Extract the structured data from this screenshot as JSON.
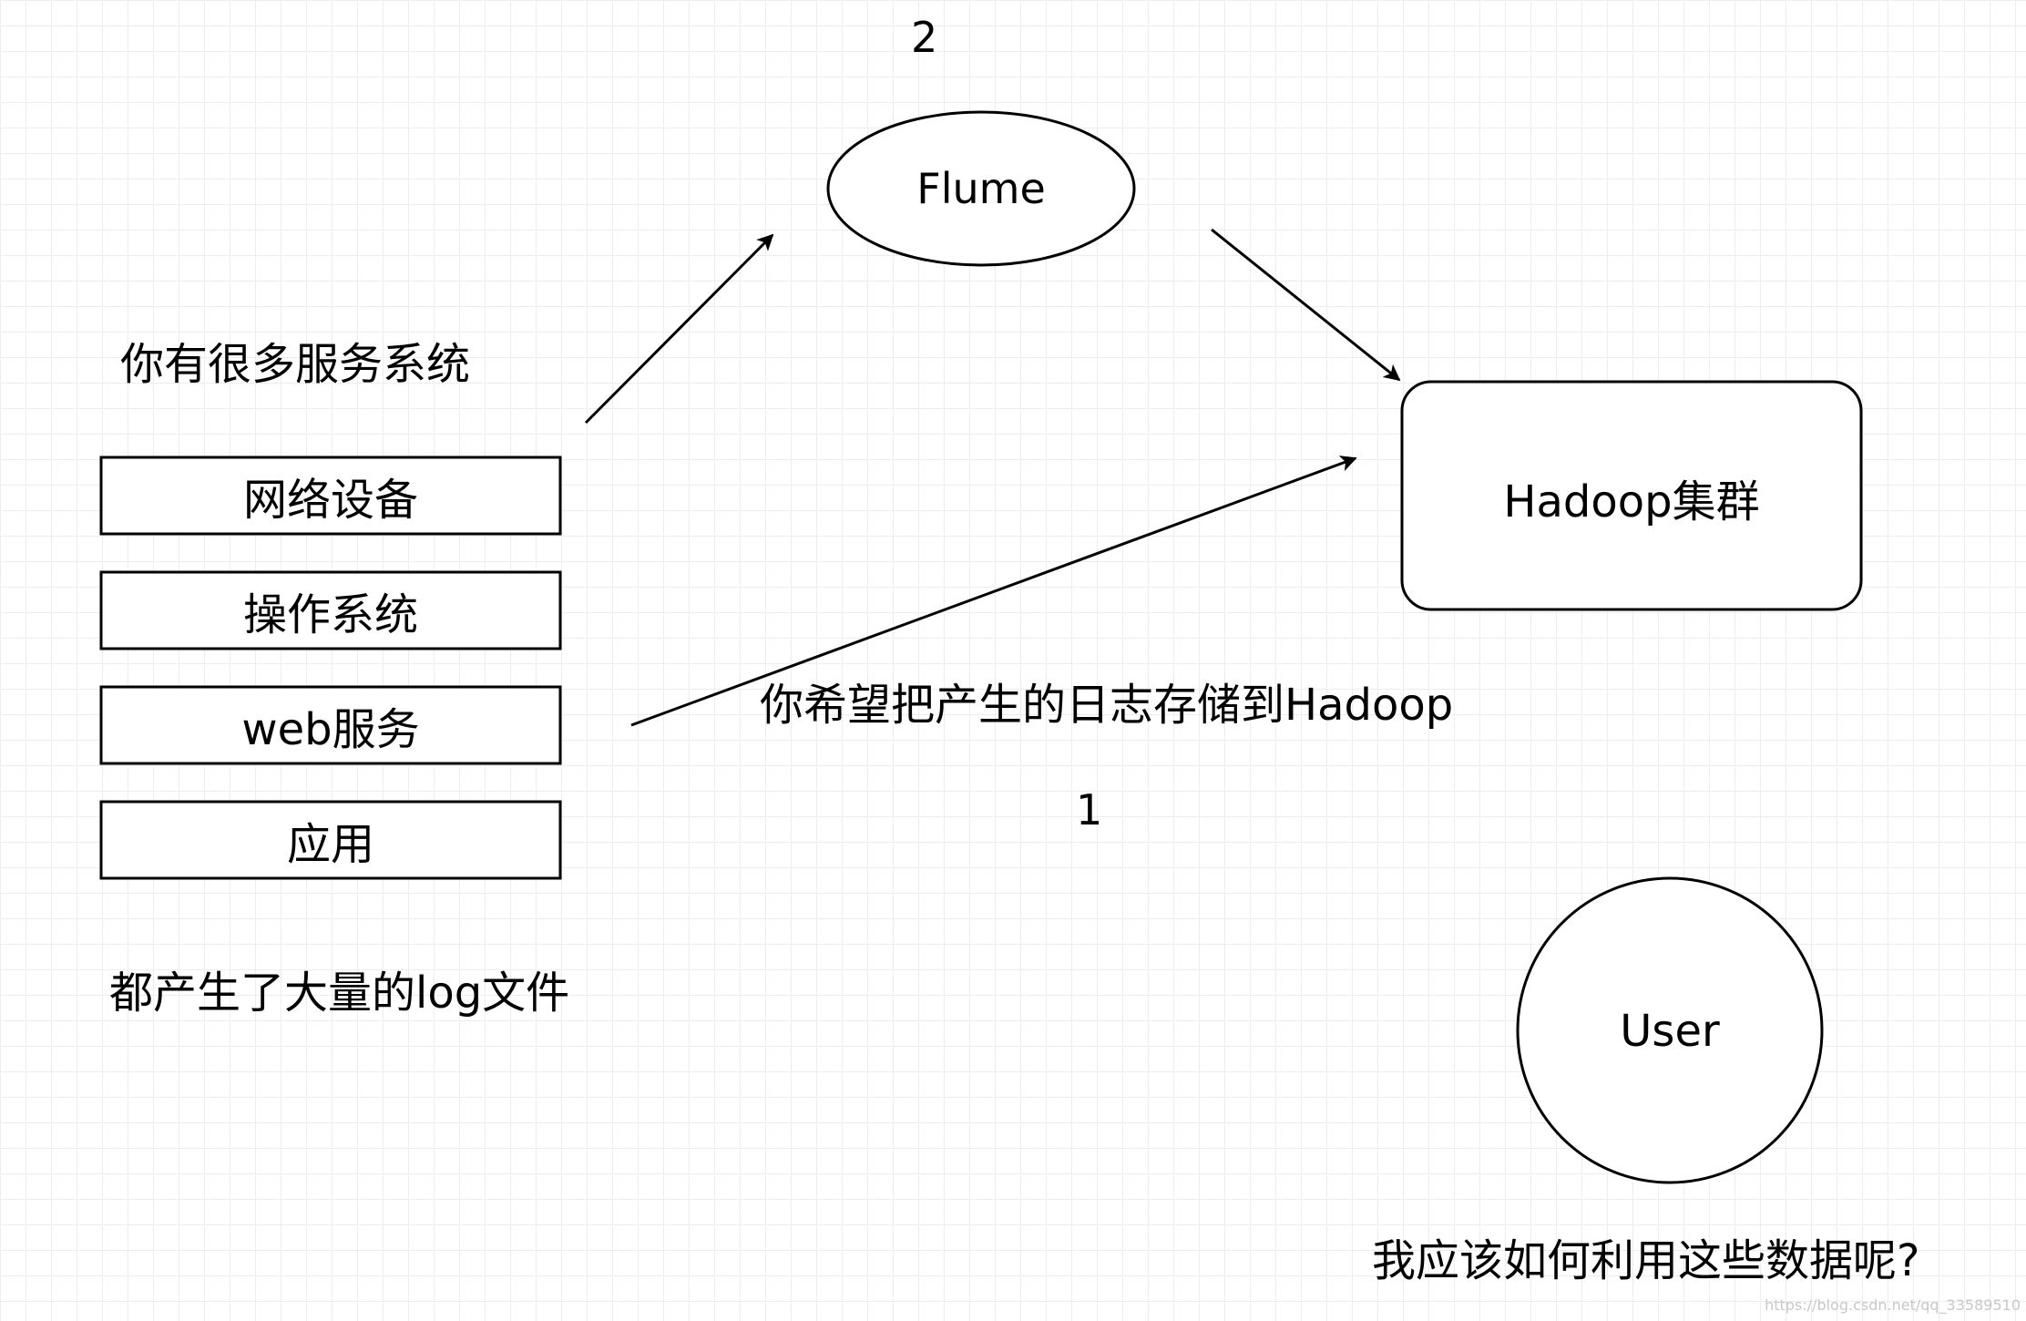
{
  "labels": {
    "step_two": "2",
    "step_one": "1",
    "many_systems": "你有很多服务系统",
    "log_files": "都产生了大量的log文件",
    "store_logs": "你希望把产生的日志存储到Hadoop",
    "how_to_use": "我应该如何利用这些数据呢?"
  },
  "sources": [
    {
      "label": "网络设备"
    },
    {
      "label": "操作系统"
    },
    {
      "label": "web服务"
    },
    {
      "label": "应用"
    }
  ],
  "nodes": {
    "flume": "Flume",
    "hadoop": "Hadoop集群",
    "user": "User"
  },
  "watermark": "https://blog.csdn.net/qq_33589510",
  "colors": {
    "stroke": "#000000",
    "grid": "#ededed",
    "background": "#ffffff"
  }
}
